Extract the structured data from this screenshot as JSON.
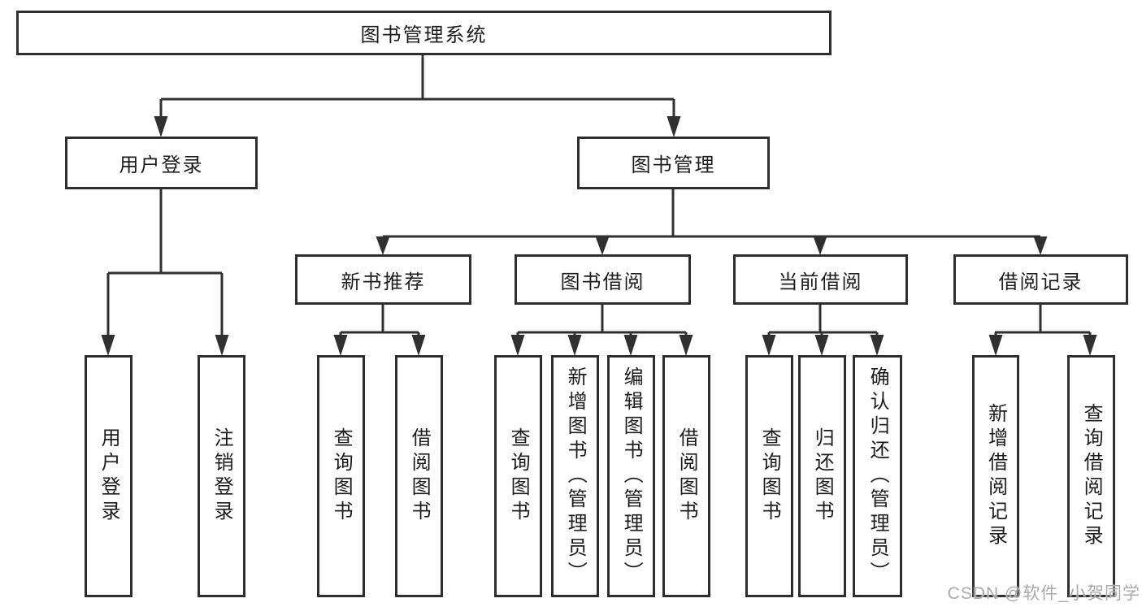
{
  "diagram": {
    "title_node": {
      "label": "图书管理系统"
    },
    "level2": {
      "user_login": {
        "label": "用户登录"
      },
      "book_mgmt": {
        "label": "图书管理"
      }
    },
    "level3": {
      "new_books": {
        "label": "新书推荐"
      },
      "borrowing": {
        "label": "图书借阅"
      },
      "current_loans": {
        "label": "当前借阅"
      },
      "loan_records": {
        "label": "借阅记录"
      }
    },
    "leaves": {
      "user_login": [
        {
          "label": "用户登录"
        },
        {
          "label": "注销登录"
        }
      ],
      "new_books": [
        {
          "label": "查询图书"
        },
        {
          "label": "借阅图书"
        }
      ],
      "borrowing": [
        {
          "label": "查询图书"
        },
        {
          "label": "新增图书（管理员）"
        },
        {
          "label": "编辑图书（管理员）"
        },
        {
          "label": "借阅图书"
        }
      ],
      "current_loans": [
        {
          "label": "查询图书"
        },
        {
          "label": "归还图书"
        },
        {
          "label": "确认归还（管理员）"
        }
      ],
      "loan_records": [
        {
          "label": "新增借阅记录"
        },
        {
          "label": "查询借阅记录"
        }
      ]
    },
    "colors": {
      "line": "#303030",
      "border": "#2e2e2e",
      "text": "#1c1c1c",
      "watermark": "#a9a9a9",
      "background": "#ffffff"
    },
    "watermark": {
      "text": "CSDN @软件_小贺同学"
    }
  }
}
